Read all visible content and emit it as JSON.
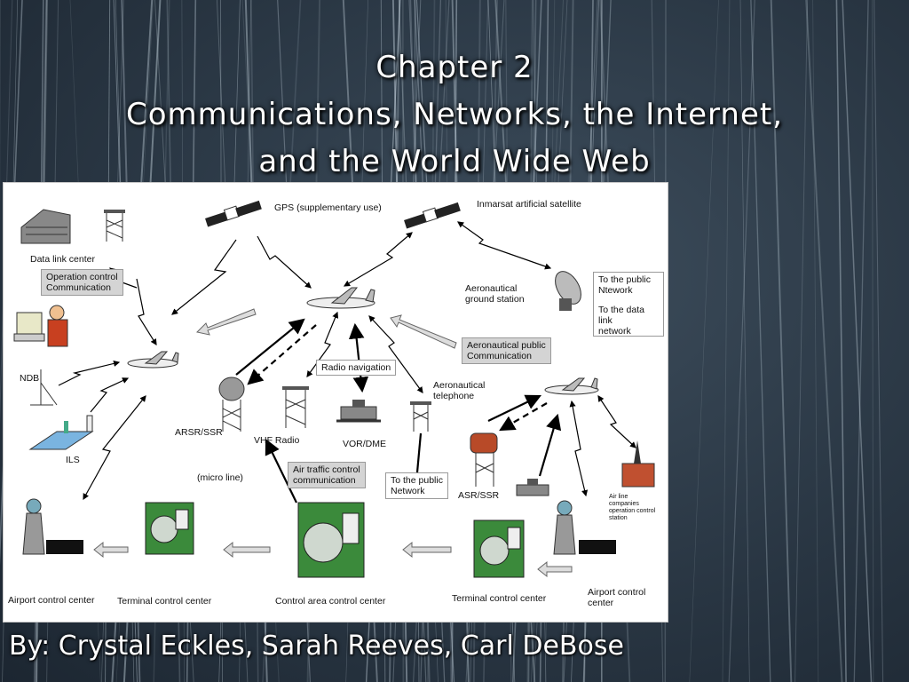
{
  "slide": {
    "title_lines": [
      "Chapter 2",
      "Communications, Networks, the Internet,",
      "and the World Wide Web"
    ],
    "authors": "By: Crystal Eckles, Sarah Reeves,  Carl DeBose"
  },
  "diagram": {
    "labels": {
      "gps": "GPS (supplementary use)",
      "inmarsat": "Inmarsat artificial satellite",
      "data_link_center": "Data link center",
      "operation_control": [
        "Operation control",
        "Communication"
      ],
      "aero_ground_station": [
        "Aeronautical",
        "ground station"
      ],
      "to_public_network_right": [
        "To the public",
        "Ntework"
      ],
      "to_data_link_network": [
        "To the data link",
        "network"
      ],
      "aero_public_comm": [
        "Aeronautical public",
        "Communication"
      ],
      "ndb": "NDB",
      "ils": "ILS",
      "radio_navigation": "Radio navigation",
      "aero_telephone": [
        "Aeronautical",
        "telephone"
      ],
      "arsr_ssr": "ARSR/SSR",
      "vhf_radio": "VHF Radio",
      "vor_dme": "VOR/DME",
      "micro_line": "(micro line)",
      "atc_comm": [
        "Air traffic control",
        "communication"
      ],
      "to_public_network_mid": [
        "To the public",
        "Network"
      ],
      "asr_ssr": "ASR/SSR",
      "airline_ops": [
        "Air line",
        "companies",
        "operation control",
        "station"
      ],
      "airport_cc_left": "Airport control center",
      "terminal_cc_left": "Terminal control center",
      "control_area_cc": "Control area control center",
      "terminal_cc_right": "Terminal control center",
      "airport_cc_right": [
        "Airport control",
        "center"
      ]
    }
  }
}
